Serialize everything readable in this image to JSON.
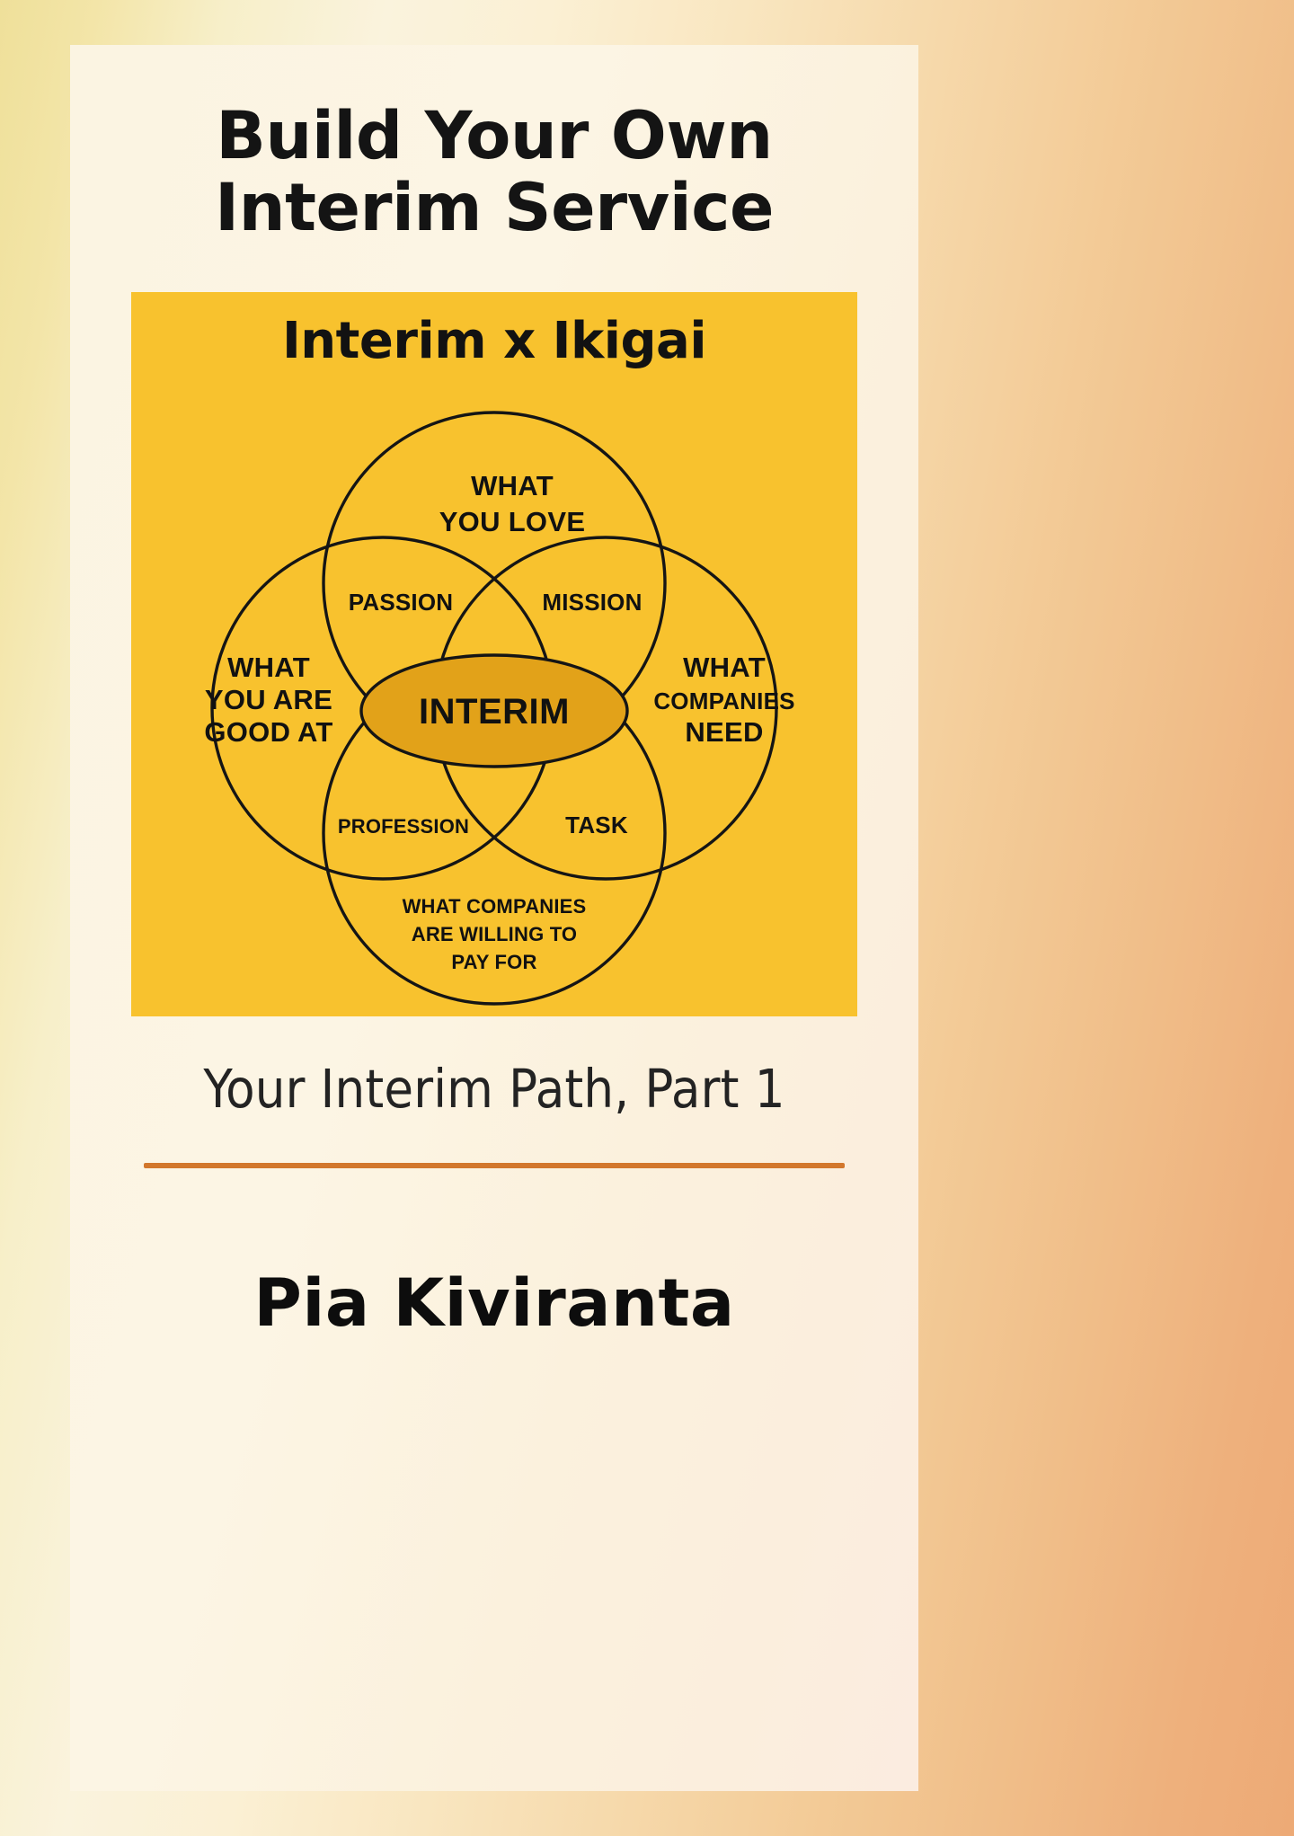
{
  "cover": {
    "title_lines": [
      "Build Your Own",
      "Interim Service"
    ],
    "subtitle": "Your Interim Path, Part 1",
    "author": "Pia Kiviranta",
    "colors": {
      "panel_yellow": "#F8C22E",
      "center_oval": "#E2A219",
      "divider_orange": "#D2772C",
      "card_cream": "#FBF4E2",
      "ink": "#121212"
    }
  },
  "diagram": {
    "heading": "Interim x Ikigai",
    "outer_labels": {
      "top": [
        "WHAT",
        "YOU LOVE"
      ],
      "left": [
        "WHAT",
        "YOU ARE",
        "GOOD AT"
      ],
      "right": [
        "WHAT",
        "COMPANIES",
        "NEED"
      ],
      "bottom": [
        "WHAT COMPANIES",
        "ARE WILLING TO",
        "PAY FOR"
      ]
    },
    "overlap_labels": {
      "top_left": "PASSION",
      "top_right": "MISSION",
      "bottom_left": "PROFESSION",
      "bottom_right": "TASK"
    },
    "center_label": "INTERIM"
  },
  "chart_data": {
    "type": "diagram",
    "subtype": "venn-4-circle-ikigai",
    "title": "Interim x Ikigai",
    "sets": [
      {
        "name": "WHAT YOU LOVE",
        "position": "top"
      },
      {
        "name": "WHAT YOU ARE GOOD AT",
        "position": "left"
      },
      {
        "name": "WHAT COMPANIES NEED",
        "position": "right"
      },
      {
        "name": "WHAT COMPANIES ARE WILLING TO PAY FOR",
        "position": "bottom"
      }
    ],
    "intersections": [
      {
        "label": "PASSION",
        "sets": [
          "WHAT YOU LOVE",
          "WHAT YOU ARE GOOD AT"
        ]
      },
      {
        "label": "MISSION",
        "sets": [
          "WHAT YOU LOVE",
          "WHAT COMPANIES NEED"
        ]
      },
      {
        "label": "PROFESSION",
        "sets": [
          "WHAT YOU ARE GOOD AT",
          "WHAT COMPANIES ARE WILLING TO PAY FOR"
        ]
      },
      {
        "label": "TASK",
        "sets": [
          "WHAT COMPANIES NEED",
          "WHAT COMPANIES ARE WILLING TO PAY FOR"
        ]
      },
      {
        "label": "INTERIM",
        "sets": [
          "WHAT YOU LOVE",
          "WHAT YOU ARE GOOD AT",
          "WHAT COMPANIES NEED",
          "WHAT COMPANIES ARE WILLING TO PAY FOR"
        ]
      }
    ],
    "legend": "none",
    "grid": false
  }
}
